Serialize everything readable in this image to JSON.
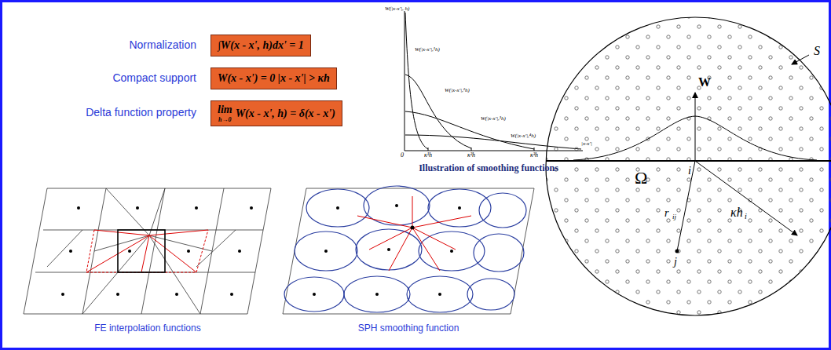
{
  "diagram": {
    "nodes": [
      {
        "text": [
          "∫W(x - x', h)dx' = 1"
        ]
      },
      {
        "text": [
          "W(x - x') = 0   |x - x'| > κh"
        ]
      },
      {
        "text": [
          "lim",
          "h→0",
          "W(x - x', h) = δ(x - x')"
        ]
      }
    ],
    "labels": [
      "Normalization",
      "Compact support",
      "Delta function property",
      "W(|x-x'|, h)",
      "W(|x-x'|,¹h)",
      "W(|x-x'|,²h)",
      "W(|x-x'|,³h)",
      "W(|x-x'|,⁴h)",
      "0",
      "κ¹h",
      "κ²h",
      "κ³h",
      "|x-x'|",
      "Illustration of smoothing functions",
      "FE interpolation functions",
      "SPH smoothing function",
      "W",
      "S",
      "Ω",
      "i",
      "r",
      "ij",
      "κh",
      "i",
      "j"
    ]
  }
}
